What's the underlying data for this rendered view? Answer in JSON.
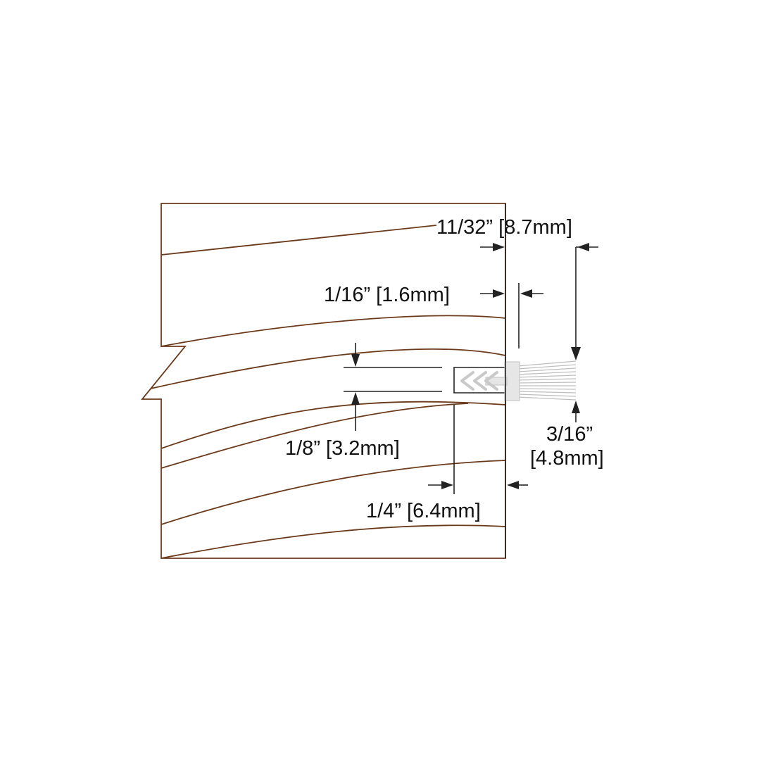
{
  "dimensions": {
    "top_gap": "11/32” [8.7mm]",
    "face_offset": "1/16” [1.6mm]",
    "kerf_width": "1/8” [3.2mm]",
    "bristle_height_in": "3/16”",
    "bristle_height_mm": "[4.8mm]",
    "kerf_depth": "1/4” [6.4mm]"
  },
  "colors": {
    "wood_outline": "#6b3a1a",
    "dimension_line": "#222222",
    "weatherstrip": "#e6e6e6",
    "bristles": "#bdbdbd"
  },
  "icons": {
    "barb": "double-chevron-left"
  }
}
